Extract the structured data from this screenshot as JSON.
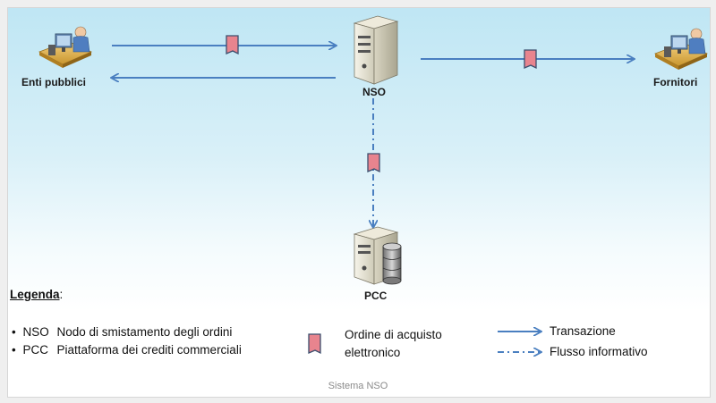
{
  "nodes": {
    "enti": "Enti pubblici",
    "nso": "NSO",
    "fornitori": "Fornitori",
    "pcc": "PCC"
  },
  "legend": {
    "title": "Legenda",
    "colon": ":",
    "items": [
      {
        "bullet": "•",
        "abbr": "NSO",
        "desc": "Nodo di smistamento degli ordini"
      },
      {
        "bullet": "•",
        "abbr": "PCC",
        "desc": "Piattaforma dei crediti commerciali"
      }
    ],
    "order_line1": "Ordine di acquisto",
    "order_line2": "elettronico",
    "transazione": "Transazione",
    "flusso": "Flusso informativo"
  },
  "caption": "Sistema NSO",
  "colors": {
    "arrow": "#4a7fc0",
    "document": "#e8848e",
    "document_border": "#3c4f6e"
  }
}
